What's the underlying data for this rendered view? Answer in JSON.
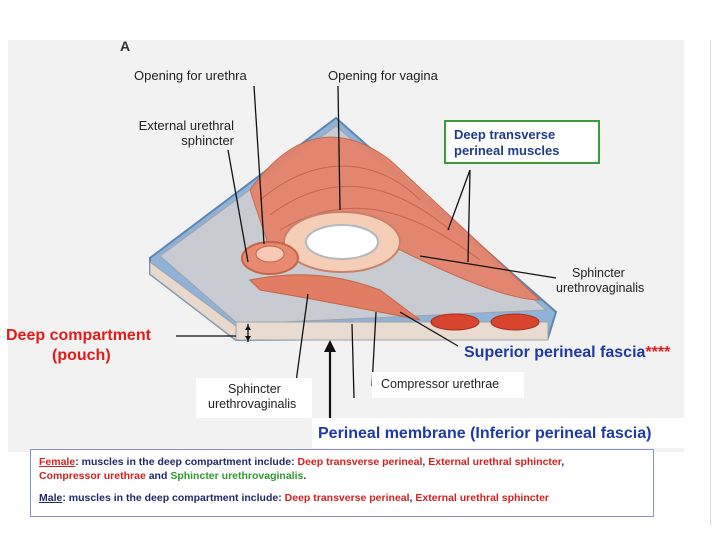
{
  "panel_letter": "A",
  "labels": {
    "opening_urethra": "Opening for urethra",
    "opening_vagina": "Opening for vagina",
    "external_urethral_sphincter_1": "External urethral",
    "external_urethral_sphincter_2": "sphincter",
    "deep_transverse_1": "Deep transverse",
    "deep_transverse_2": "perineal muscles",
    "sphincter_uv_right_1": "Sphincter",
    "sphincter_uv_right_2": "urethrovaginalis",
    "deep_compartment_1": "Deep compartment",
    "deep_compartment_2": "(pouch)",
    "superior_fascia": "Superior perineal fascia",
    "superior_fascia_stars": "****",
    "sphincter_uv_bottom_1": "Sphincter",
    "sphincter_uv_bottom_2": "urethrovaginalis",
    "compressor_urethrae": "Compressor urethrae",
    "perineal_membrane": "Perineal membrane (Inferior perineal fascia)"
  },
  "note": {
    "female_word": "Female",
    "female_text": ": muscles in the deep compartment include: ",
    "female_m1": "Deep transverse perineal",
    "sep": ", ",
    "female_m2": "External urethral sphincter",
    "dot": ".",
    "female_m3": "Compressor urethrae",
    "and": " and ",
    "female_m4": "Sphincter urethrovaginalis",
    "male_word": "Male",
    "male_text": ": muscles in the deep compartment include: ",
    "male_m1": "Deep transverse perineal",
    "male_m2": "External urethral sphincter"
  },
  "colors": {
    "muscle": "#e4836a",
    "fascia_gray": "#c8ccd2",
    "membrane_blue": "#8fb3d6",
    "note_red": "#d21f1f",
    "note_green": "#2e9a2e",
    "heading_blue": "#1f3aa6",
    "box_green": "#3a9d3a"
  }
}
